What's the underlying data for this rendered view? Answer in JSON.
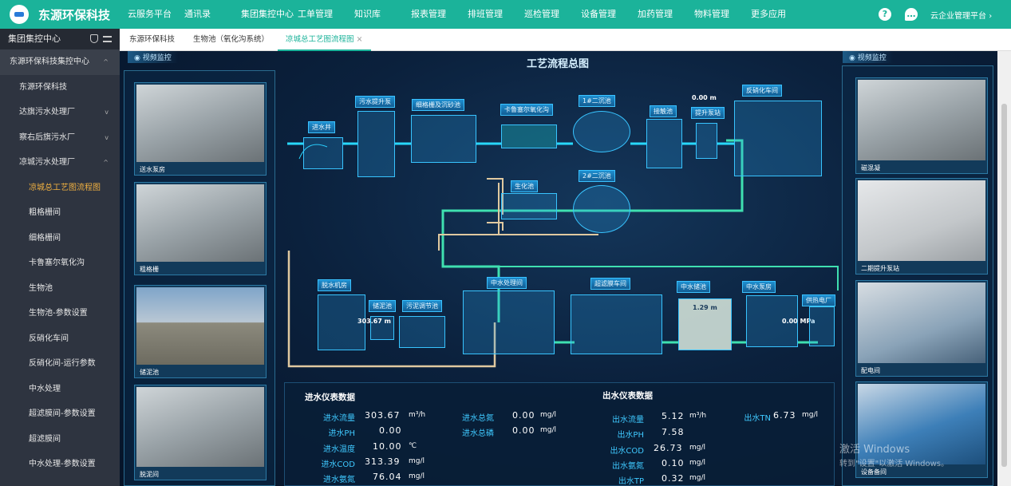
{
  "app": {
    "brand": "东源环保科技",
    "user": "云企业管理平台",
    "chevron": "›"
  },
  "nav": [
    "云服务平台",
    "通讯录",
    "集团集控中心",
    "工单管理",
    "知识库",
    "报表管理",
    "排班管理",
    "巡检管理",
    "设备管理",
    "加药管理",
    "物料管理",
    "更多应用"
  ],
  "sidebar": {
    "header": "集团集控中心",
    "items": [
      {
        "label": "东源环保科技集控中心",
        "kind": "grp",
        "caret": "^"
      },
      {
        "label": "东源环保科技",
        "kind": "l2"
      },
      {
        "label": "达旗污水处理厂",
        "kind": "l2",
        "caret": "v"
      },
      {
        "label": "察右后旗污水厂",
        "kind": "l2",
        "caret": "v"
      },
      {
        "label": "凉城污水处理厂",
        "kind": "l2",
        "caret": "^"
      },
      {
        "label": "凉城总工艺图流程图",
        "kind": "l3 active"
      },
      {
        "label": "粗格栅间",
        "kind": "l3"
      },
      {
        "label": "细格栅间",
        "kind": "l3"
      },
      {
        "label": "卡鲁塞尔氧化沟",
        "kind": "l3"
      },
      {
        "label": "生物池",
        "kind": "l3"
      },
      {
        "label": "生物池-参数设置",
        "kind": "l3"
      },
      {
        "label": "反硝化车间",
        "kind": "l3"
      },
      {
        "label": "反硝化间-运行参数",
        "kind": "l3"
      },
      {
        "label": "中水处理",
        "kind": "l3"
      },
      {
        "label": "超滤膜间-参数设置",
        "kind": "l3"
      },
      {
        "label": "超滤膜间",
        "kind": "l3"
      },
      {
        "label": "中水处理-参数设置",
        "kind": "l3"
      }
    ]
  },
  "tabs": [
    "东源环保科技",
    "生物池（氧化沟系统）",
    "凉城总工艺图流程图"
  ],
  "tab_close": "×",
  "screen": {
    "title": "工艺流程总图",
    "video_label": "视频监控"
  },
  "left_cams": [
    "送水泵房",
    "粗格栅",
    "储泥池",
    "脱泥间"
  ],
  "right_cams": [
    "磁混凝",
    "二期提升泵站",
    "配电间",
    "设备备间"
  ],
  "process": {
    "units": [
      "进水井",
      "污水提升泵",
      "细格栅及沉砂池",
      "卡鲁塞尔氧化沟",
      "1#二沉池",
      "2#二沉池",
      "生化池",
      "接触池",
      "提升泵站",
      "反硝化车间",
      "脱水机房",
      "储泥池",
      "污泥调节池",
      "中水处理间",
      "超滤膜车间",
      "中水储池",
      "中水泵房",
      "供热电厂"
    ],
    "level_top": "0.00 m",
    "storage_level": "303.67 m",
    "reuse_level": "1.29 m",
    "pressure": "0.00 MPa"
  },
  "inlet": {
    "title": "进水仪表数据",
    "rows": [
      {
        "k": "进水流量",
        "v": "303.67",
        "u": "m³/h"
      },
      {
        "k": "进水PH",
        "v": "0.00",
        "u": ""
      },
      {
        "k": "进水温度",
        "v": "10.00",
        "u": "℃"
      },
      {
        "k": "进水COD",
        "v": "313.39",
        "u": "mg/l"
      },
      {
        "k": "进水氨氮",
        "v": "76.04",
        "u": "mg/l"
      }
    ],
    "rows2": [
      {
        "k": "进水总氮",
        "v": "0.00",
        "u": "mg/l"
      },
      {
        "k": "进水总磷",
        "v": "0.00",
        "u": "mg/l"
      }
    ]
  },
  "outlet": {
    "title": "出水仪表数据",
    "rows": [
      {
        "k": "出水流量",
        "v": "5.12",
        "u": "m³/h"
      },
      {
        "k": "出水PH",
        "v": "7.58",
        "u": ""
      },
      {
        "k": "出水COD",
        "v": "26.73",
        "u": "mg/l"
      },
      {
        "k": "出水氨氮",
        "v": "0.10",
        "u": "mg/l"
      },
      {
        "k": "出水TP",
        "v": "0.32",
        "u": "mg/l"
      }
    ],
    "rows2": [
      {
        "k": "出水TN",
        "v": "6.73",
        "u": "mg/l"
      }
    ]
  },
  "watermark": {
    "line1": "激活 Windows",
    "line2": "转到\"设置\"以激活 Windows。"
  }
}
